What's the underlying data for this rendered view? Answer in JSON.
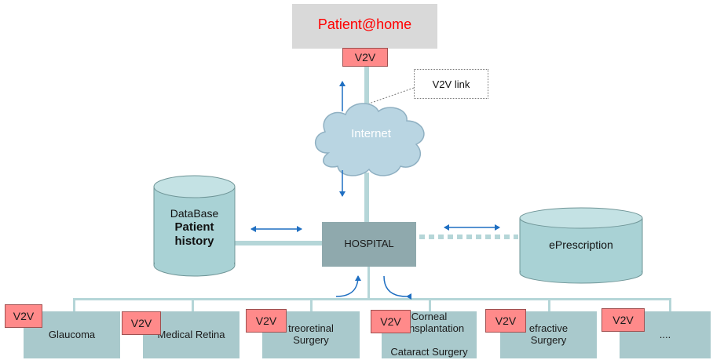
{
  "patient": {
    "label": "Patient@home",
    "v2v": "V2V"
  },
  "callout": {
    "label": "V2V link"
  },
  "internet": {
    "label": "Internet"
  },
  "database": {
    "line1": "DataBase",
    "line2": "Patient",
    "line3": "history"
  },
  "hospital": {
    "label": "HOSPITAL"
  },
  "eprescription": {
    "label": "ePrescription"
  },
  "departments": [
    {
      "v2v": "V2V",
      "line1": "Glaucoma",
      "line2": ""
    },
    {
      "v2v": "V2V",
      "line1": "Medical Retina",
      "line2": ""
    },
    {
      "v2v": "V2V",
      "line1": "treoretinal",
      "line2": "Surgery"
    },
    {
      "v2v": "V2V",
      "line1": "Corneal",
      "line2": "Transplantation",
      "line3": "Cataract Surgery"
    },
    {
      "v2v": "V2V",
      "line1": "efractive",
      "line2": "Surgery"
    },
    {
      "v2v": "V2V",
      "line1": "....",
      "line2": ""
    }
  ],
  "colors": {
    "connector": "#b5d6d8",
    "arrow": "#1f6fc2",
    "v2v_fill": "#ff8a8a",
    "patient_text": "#ff0000",
    "hospital_fill": "#8fa9ad",
    "dept_fill": "#a9c9cc"
  }
}
